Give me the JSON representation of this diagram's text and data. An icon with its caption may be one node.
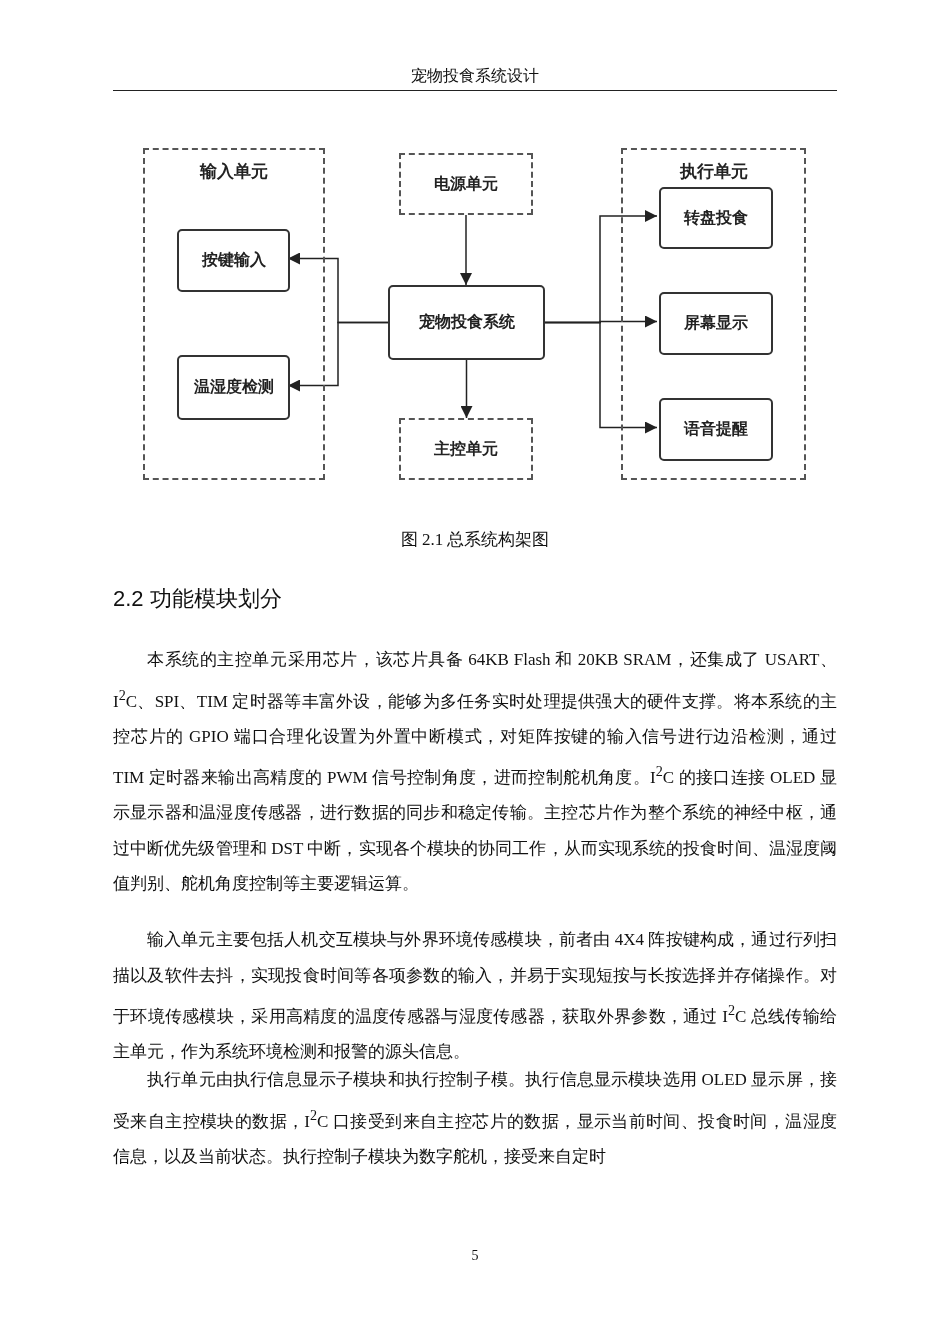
{
  "diagram": {
    "title": "宠物投食系统设计",
    "caption": "图 2.1 总系统构架图",
    "nodes": [
      {
        "text": [
          "输入单元"
        ]
      },
      {
        "text": [
          "按键输入"
        ],
        "in": 0
      },
      {
        "text": [
          "温湿度检测"
        ],
        "in": 0
      },
      {
        "text": [
          "电源单元"
        ]
      },
      {
        "text": [
          "宠物投食系统"
        ]
      },
      {
        "text": [
          "主控单元"
        ]
      },
      {
        "text": [
          "执行单元"
        ]
      },
      {
        "text": [
          "转盘投食"
        ],
        "in": 6
      },
      {
        "text": [
          "屏幕显示"
        ],
        "in": 6
      },
      {
        "text": [
          "语音提醒"
        ],
        "in": 6
      }
    ],
    "edges": [
      {
        "from": 3,
        "to": 4,
        "arrow": "to"
      },
      {
        "from": 4,
        "to": 1,
        "arrow": "to"
      },
      {
        "from": 4,
        "to": 2,
        "arrow": "to"
      },
      {
        "from": 4,
        "to": 5,
        "arrow": "to"
      },
      {
        "from": 4,
        "to": 7,
        "arrow": "to"
      },
      {
        "from": 4,
        "to": 8,
        "arrow": "to"
      },
      {
        "from": 4,
        "to": 9,
        "arrow": "to"
      }
    ],
    "labels": [
      "2.2 功能模块划分",
      "本系统的主控单元采用芯片，该芯片具备 64KB Flash 和 20KB SRAM，还集成了 USART、I$^{2}$C、SPI、TIM 定时器等丰富外设，能够为多任务实时处理提供强大的硬件支撑。将本系统的主控芯片的 GPIO 端口合理化设置为外置中断模式，对矩阵按键的输入信号进行边沿检测，通过 TIM 定时器来输出高精度的 PWM 信号控制角度，进而控制舵机角度。I$^{2}$C 的接口连接 OLED 显示显示器和温湿度传感器，进行数据的同步和稳定传输。主控芯片作为整个系统的神经中枢，通过中断优先级管理和 DST 中断，实现各个模块的协同工作，从而实现系统的投食时间、温湿度阈值判别、舵机角度控制等主要逻辑运算。",
      "输入单元主要包括人机交互模块与外界环境传感模块，前者由 4X4 阵按键构成，通过行列扫描以及软件去抖，实现投食时间等各项参数的输入，并易于实现短按与长按选择并存储操作。对于环境传感模块，采用高精度的温度传感器与湿度传感器，获取外界参数，通过 I$^{2}$C 总线传输给主单元，作为系统环境检测和报警的源头信息。",
      "执行单元由执行信息显示子模块和执行控制子模。执行信息显示模块选用 OLED 显示屏，接受来自主控模块的数据，I$^{2}$C 口接受到来自主控芯片的数据，显示当前时间、投食时间，温湿度信息，以及当前状态。执行控制子模块为数字舵机，接受来自定时",
      "5"
    ]
  }
}
